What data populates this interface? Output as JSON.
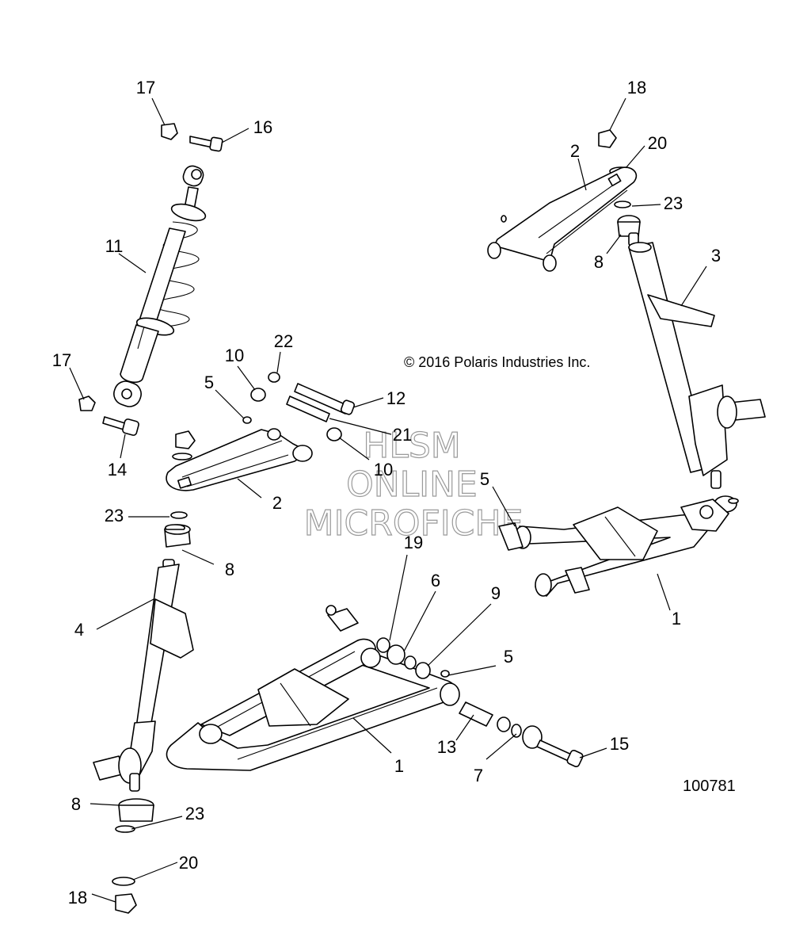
{
  "copyright": "© 2016 Polaris Industries Inc.",
  "figure_number": "100781",
  "watermark": [
    "HLSM",
    "ONLINE",
    "MICROFICHE"
  ],
  "callouts": {
    "c17a": "17",
    "c16": "16",
    "c11": "11",
    "c17b": "17",
    "c14": "14",
    "c10a": "10",
    "c22": "22",
    "c5a": "5",
    "c12": "12",
    "c21": "21",
    "c10b": "10",
    "c2a": "2",
    "c23a": "23",
    "c8a": "8",
    "c4": "4",
    "c8b": "8",
    "c23b": "23",
    "c20a": "20",
    "c18a": "18",
    "c19": "19",
    "c6": "6",
    "c9": "9",
    "c5b": "5",
    "c13": "13",
    "c7": "7",
    "c15": "15",
    "c1a": "1",
    "c18b": "18",
    "c20b": "20",
    "c2b": "2",
    "c23c": "23",
    "c8c": "8",
    "c3": "3",
    "c5c": "5",
    "c1b": "1"
  }
}
